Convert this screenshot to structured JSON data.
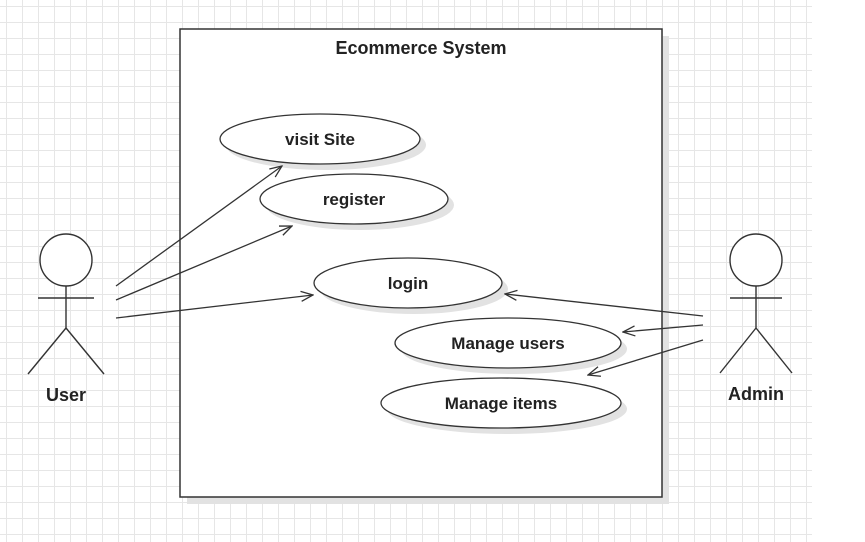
{
  "system": {
    "title": "Ecommerce System"
  },
  "actors": {
    "user": {
      "label": "User"
    },
    "admin": {
      "label": "Admin"
    }
  },
  "use_cases": {
    "visit_site": "visit Site",
    "register": "register",
    "login": "login",
    "manage_users": "Manage users",
    "manage_items": "Manage items"
  },
  "colors": {
    "line": "#333333",
    "shadow": "#e2e2e2",
    "grid": "#e6e6e6",
    "text": "#222222"
  }
}
